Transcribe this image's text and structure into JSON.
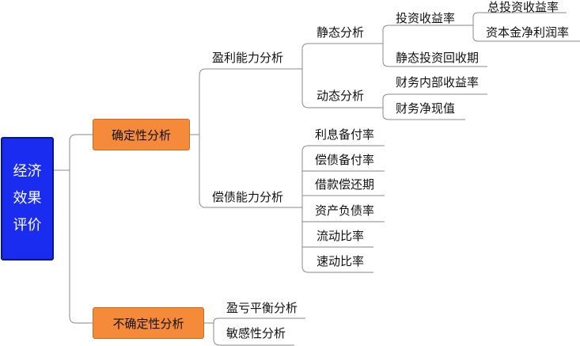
{
  "root": {
    "label": "经济\n效果\n评价"
  },
  "branches": {
    "certain": {
      "label": "确定性分析"
    },
    "uncertain": {
      "label": "不确定性分析"
    }
  },
  "nodes": {
    "profit": "盈利能力分析",
    "static": "静态分析",
    "investReturn": "投资收益率",
    "totalInvestReturn": "总投资收益率",
    "capitalNetProfit": "资本金净利润率",
    "staticPayback": "静态投资回收期",
    "dynamic": "动态分析",
    "irr": "财务内部收益率",
    "npv": "财务净现值",
    "solvency": "偿债能力分析",
    "interestCoverage": "利息备付率",
    "debtServiceCoverage": "偿债备付率",
    "loanRepayPeriod": "借款偿还期",
    "assetLiability": "资产负债率",
    "currentRatio": "流动比率",
    "quickRatio": "速动比率",
    "breakEven": "盈亏平衡分析",
    "sensitivity": "敏感性分析"
  }
}
